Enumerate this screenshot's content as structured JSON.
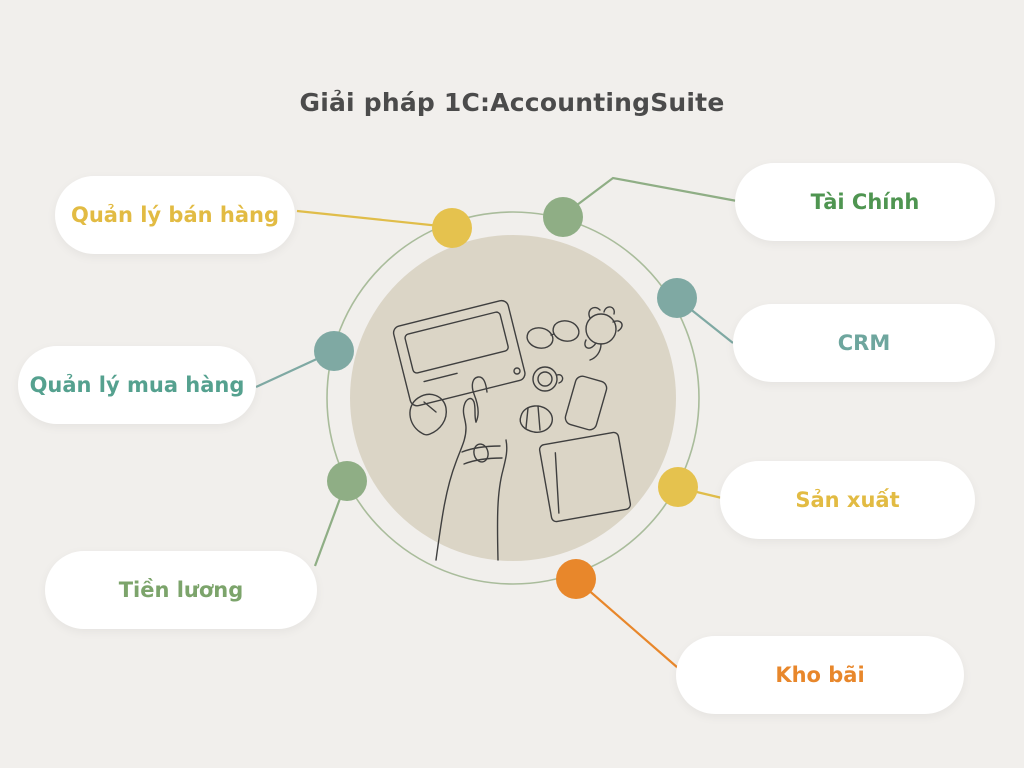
{
  "title": "Giải pháp 1C:AccountingSuite",
  "diagram_type": "hub-and-spoke infographic",
  "center": {
    "illustration": "line-art top view of hands working on a laptop with coffee cup, croissant, glasses, flower and notebook",
    "circle_fill": "#dbd5c6",
    "ring_color": "#a9bc9b"
  },
  "nodes": [
    {
      "label": "Quản lý bán hàng",
      "position": "top-left",
      "dot_color": "#e5c24e",
      "text_color": "#e2bb43",
      "line_color": "#e0bd4a"
    },
    {
      "label": "Tài Chính",
      "position": "top-right",
      "dot_color": "#8fae85",
      "text_color": "#4f9551",
      "line_color": "#8fae85"
    },
    {
      "label": "CRM",
      "position": "right",
      "dot_color": "#7fa9a3",
      "text_color": "#6ea69e",
      "line_color": "#7fa9a3"
    },
    {
      "label": "Quản lý mua hàng",
      "position": "left",
      "dot_color": "#7fa9a3",
      "text_color": "#55a18f",
      "line_color": "#7fa9a3"
    },
    {
      "label": "Sản xuất",
      "position": "bottom-right",
      "dot_color": "#e5c24e",
      "text_color": "#e2bb43",
      "line_color": "#e0bd4a"
    },
    {
      "label": "Tiền lương",
      "position": "bottom-left",
      "dot_color": "#8fae85",
      "text_color": "#7ca46b",
      "line_color": "#8fae85"
    },
    {
      "label": "Kho bãi",
      "position": "bottom",
      "dot_color": "#e8872b",
      "text_color": "#e8872b",
      "line_color": "#e8872b"
    }
  ],
  "palette": {
    "background": "#f1efec",
    "card_background": "#ffffff",
    "title_color": "#4b4b4b",
    "yellow": "#e5c24e",
    "green": "#8fae85",
    "teal": "#7fa9a3",
    "orange": "#e8872b",
    "line_art": "#3f3f3f"
  }
}
